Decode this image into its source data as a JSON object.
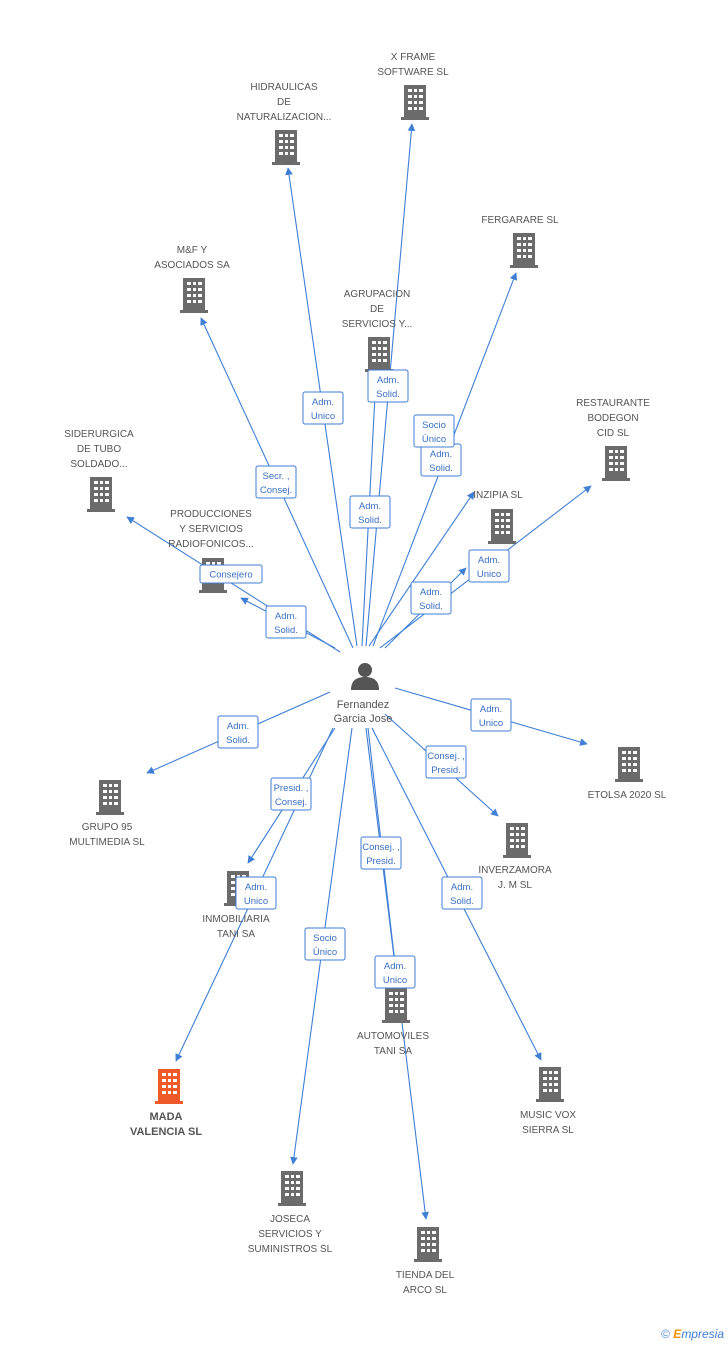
{
  "colors": {
    "edge": "#3f7fd6",
    "building": "#6b6b6b",
    "building_highlight": "#f05a28",
    "person": "#555555"
  },
  "center": {
    "name": [
      "Fernandez",
      "Garcia Jose"
    ],
    "icon": "person-icon"
  },
  "nodes": [
    {
      "id": "xframe",
      "lines": [
        "X FRAME",
        "SOFTWARE SL"
      ]
    },
    {
      "id": "hidraulicas",
      "lines": [
        "HIDRAULICAS",
        "DE",
        "NATURALIZACION..."
      ]
    },
    {
      "id": "fergarare",
      "lines": [
        "FERGARARE SL"
      ]
    },
    {
      "id": "mf",
      "lines": [
        "M&F Y",
        "ASOCIADOS SA"
      ]
    },
    {
      "id": "agrupacion",
      "lines": [
        "AGRUPACION",
        "DE",
        "SERVICIOS Y..."
      ]
    },
    {
      "id": "restaurante",
      "lines": [
        "RESTAURANTE",
        "BODEGON",
        "CID SL"
      ]
    },
    {
      "id": "siderurgica",
      "lines": [
        "SIDERURGICA",
        "DE TUBO",
        "SOLDADO..."
      ]
    },
    {
      "id": "inzipia",
      "lines": [
        "INZIPIA SL"
      ]
    },
    {
      "id": "producciones",
      "lines": [
        "PRODUCCIONES",
        "Y SERVICIOS",
        "RADIOFONICOS..."
      ]
    },
    {
      "id": "etolsa",
      "lines": [
        "ETOLSA 2020 SL"
      ]
    },
    {
      "id": "grupo95",
      "lines": [
        "GRUPO 95",
        "MULTIMEDIA SL"
      ]
    },
    {
      "id": "inverzamora",
      "lines": [
        "INVERZAMORA",
        "J. M SL"
      ]
    },
    {
      "id": "inmobiliaria",
      "lines": [
        "INMOBILIARIA",
        "TANI SA"
      ]
    },
    {
      "id": "automoviles",
      "lines": [
        "AUTOMOVILES",
        "TANI SA"
      ]
    },
    {
      "id": "mada",
      "lines": [
        "MADA",
        "VALENCIA SL"
      ],
      "highlight": true
    },
    {
      "id": "musicvox",
      "lines": [
        "MUSIC VOX",
        "SIERRA  SL"
      ]
    },
    {
      "id": "joseca",
      "lines": [
        "JOSECA",
        "SERVICIOS Y",
        "SUMINISTROS SL"
      ]
    },
    {
      "id": "tienda",
      "lines": [
        "TIENDA DEL",
        "ARCO SL"
      ]
    }
  ],
  "edges": [
    {
      "to": "xframe",
      "label": [
        "Adm.",
        "Solid."
      ]
    },
    {
      "to": "hidraulicas",
      "label": [
        "Adm.",
        "Unico"
      ]
    },
    {
      "to": "fergarare",
      "label": [
        "Adm.",
        "Solid."
      ]
    },
    {
      "to": "mf",
      "label": [
        "Secr. ,",
        "Consej."
      ]
    },
    {
      "to": "agrupacion",
      "label": [
        "Adm.",
        "Solid."
      ]
    },
    {
      "to": "inzipia",
      "label": [
        "Socio",
        "Único"
      ]
    },
    {
      "to": "restaurante",
      "label": [
        "Adm.",
        "Unico"
      ]
    },
    {
      "to": "siderurgica",
      "label": [
        "Consejero"
      ]
    },
    {
      "to": "producciones",
      "label": [
        "Adm.",
        "Solid."
      ]
    },
    {
      "to": "inzipia2",
      "label": [
        "Adm.",
        "Solid."
      ]
    },
    {
      "to": "etolsa",
      "label": [
        "Adm.",
        "Unico"
      ]
    },
    {
      "to": "grupo95",
      "label": [
        "Adm.",
        "Solid."
      ]
    },
    {
      "to": "inverzamora",
      "label": [
        "Consej. ,",
        "Presid."
      ]
    },
    {
      "to": "inmobiliaria",
      "label": [
        "Presid. ,",
        "Consej."
      ]
    },
    {
      "to": "mada",
      "label": [
        "Adm.",
        "Unico"
      ]
    },
    {
      "to": "automoviles",
      "label": [
        "Consej. ,",
        "Presid."
      ]
    },
    {
      "to": "musicvox",
      "label": [
        "Adm.",
        "Solid."
      ]
    },
    {
      "to": "joseca",
      "label": [
        "Socio",
        "Único"
      ]
    },
    {
      "to": "tienda",
      "label": [
        "Adm.",
        "Unico"
      ]
    }
  ],
  "footer": {
    "copyright": "©",
    "brand_first": "E",
    "brand_rest": "mpresia"
  }
}
